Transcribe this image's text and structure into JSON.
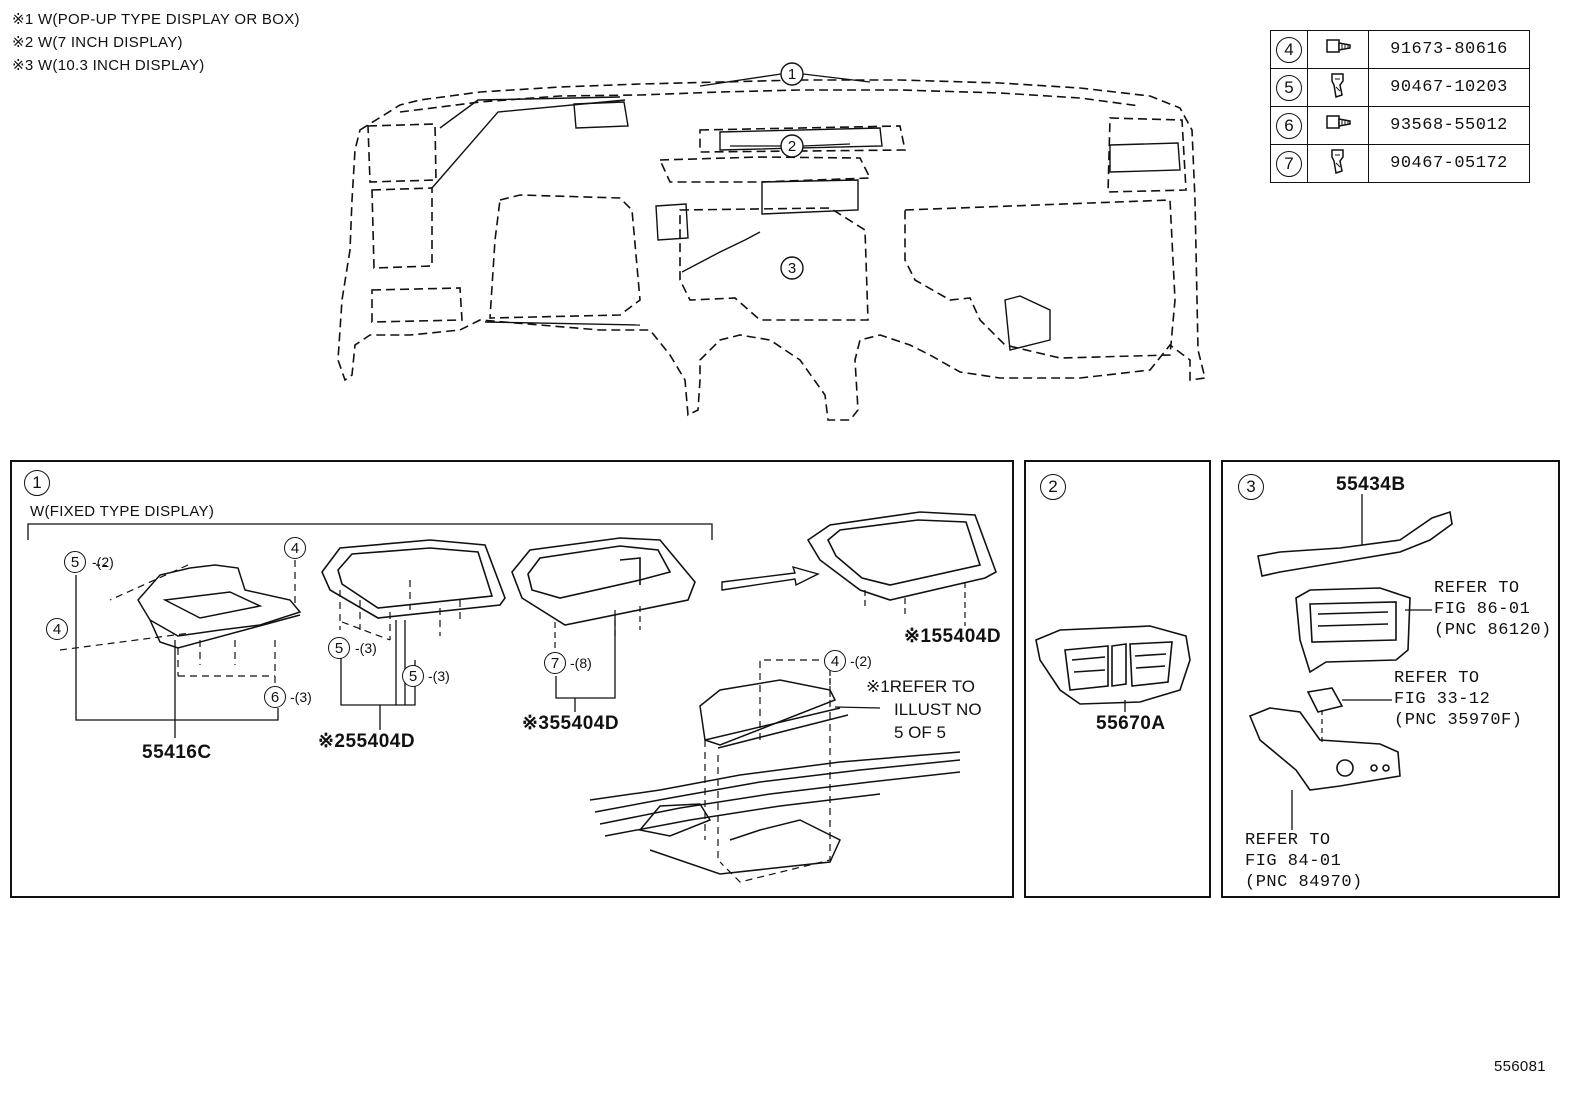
{
  "notes": [
    "※1 W(POP-UP TYPE DISPLAY OR BOX)",
    "※2 W(7 INCH DISPLAY)",
    "※3 W(10.3 INCH DISPLAY)"
  ],
  "fasteners": [
    {
      "num": "4",
      "icon": "bolt-icon",
      "part": "91673-80616"
    },
    {
      "num": "5",
      "icon": "clip-icon",
      "part": "90467-10203"
    },
    {
      "num": "6",
      "icon": "bolt-icon",
      "part": "93568-55012"
    },
    {
      "num": "7",
      "icon": "clip-icon",
      "part": "90467-05172"
    }
  ],
  "overview": {
    "callout1": "1",
    "callout2": "2",
    "callout3": "3"
  },
  "panel1": {
    "num": "1",
    "fixed_label": "W(FIXED TYPE DISPLAY)",
    "c5a": "5",
    "c5a_qty": "-(2)",
    "c4a": "4",
    "c4b": "4",
    "c6": "6",
    "c6_qty": "-(3)",
    "c5b": "5",
    "c5b_qty": "-(3)",
    "c5c": "5",
    "c5c_qty": "-(3)",
    "c7": "7",
    "c7_qty": "-(8)",
    "c4c": "4",
    "c4c_qty": "-(2)",
    "part_55416C": "55416C",
    "part_2_55404D": "※255404D",
    "part_3_55404D": "※355404D",
    "part_1_55404D": "※155404D",
    "refer_line1": "※1REFER TO",
    "refer_line2": "ILLUST NO",
    "refer_line3": "5 OF 5"
  },
  "panel2": {
    "num": "2",
    "part": "55670A"
  },
  "panel3": {
    "num": "3",
    "part": "55434B",
    "ref1": [
      "REFER TO",
      "FIG 86-01",
      "(PNC 86120)"
    ],
    "ref2": [
      "REFER TO",
      "FIG 33-12",
      "(PNC 35970F)"
    ],
    "ref3": [
      "REFER TO",
      "FIG 84-01",
      "(PNC 84970)"
    ]
  },
  "figure_id": "556081"
}
